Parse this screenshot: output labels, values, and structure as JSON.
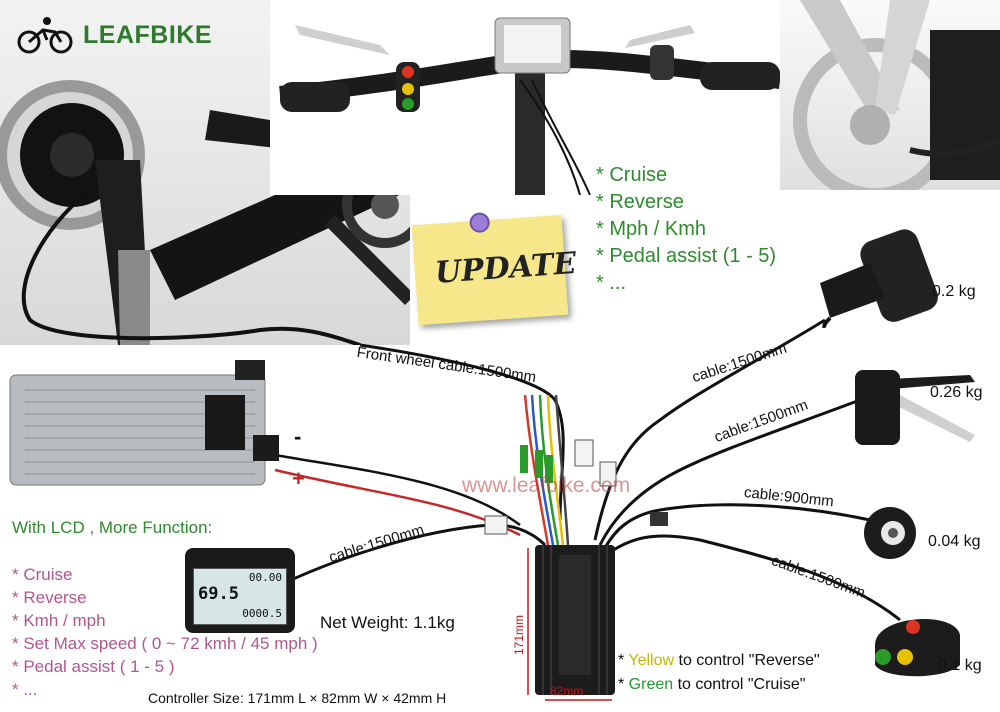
{
  "brand": {
    "name": "LEAFBIKE"
  },
  "update_note": {
    "text": "UPDATE"
  },
  "features_top": [
    "* Cruise",
    "* Reverse",
    "* Mph / Kmh",
    "* Pedal assist (1 - 5)",
    "* ..."
  ],
  "lcd_section": {
    "title": "With LCD , More Function:",
    "items": [
      "* Cruise",
      "* Reverse",
      "* Kmh / mph",
      "* Set Max speed ( 0 ~ 72 kmh / 45 mph )",
      "* Pedal assist ( 1 - 5 )",
      "* ..."
    ]
  },
  "cables": {
    "front_wheel": "Front wheel cable:1500mm",
    "throttle": "cable:1500mm",
    "brake": "cable:1500mm",
    "pas": "cable:900mm",
    "switch": "cable:1500mm",
    "lcd": "cable:1500mm"
  },
  "weights": {
    "throttle": "0.2 kg",
    "brake": "0.26 kg",
    "pas": "0.04 kg",
    "switch": "0.1 kg"
  },
  "net_weight": "Net Weight: 1.1kg",
  "watermark": "www.leafbike.com",
  "polarity": {
    "minus": "-",
    "plus": "+"
  },
  "controller": {
    "size": "Controller Size: 171mm L × 82mm W × 42mm H",
    "height_dim": "171mm",
    "width_dim": "82mm"
  },
  "notes": {
    "yellow": {
      "prefix": "* ",
      "color_word": "Yellow",
      "rest": " to control \"Reverse\""
    },
    "green": {
      "prefix": "* ",
      "color_word": "Green",
      "rest": " to control \"Cruise\""
    }
  },
  "lcd_display": {
    "speed": "69.5",
    "odo": "00.00",
    "trip": "0000.5"
  },
  "colors": {
    "feature_green": "#2e8b2e",
    "lcd_pink": "#b0578f",
    "yellow_word": "#c9b400",
    "green_word": "#1f9a2e",
    "sticky_note": "#f6e88a"
  }
}
